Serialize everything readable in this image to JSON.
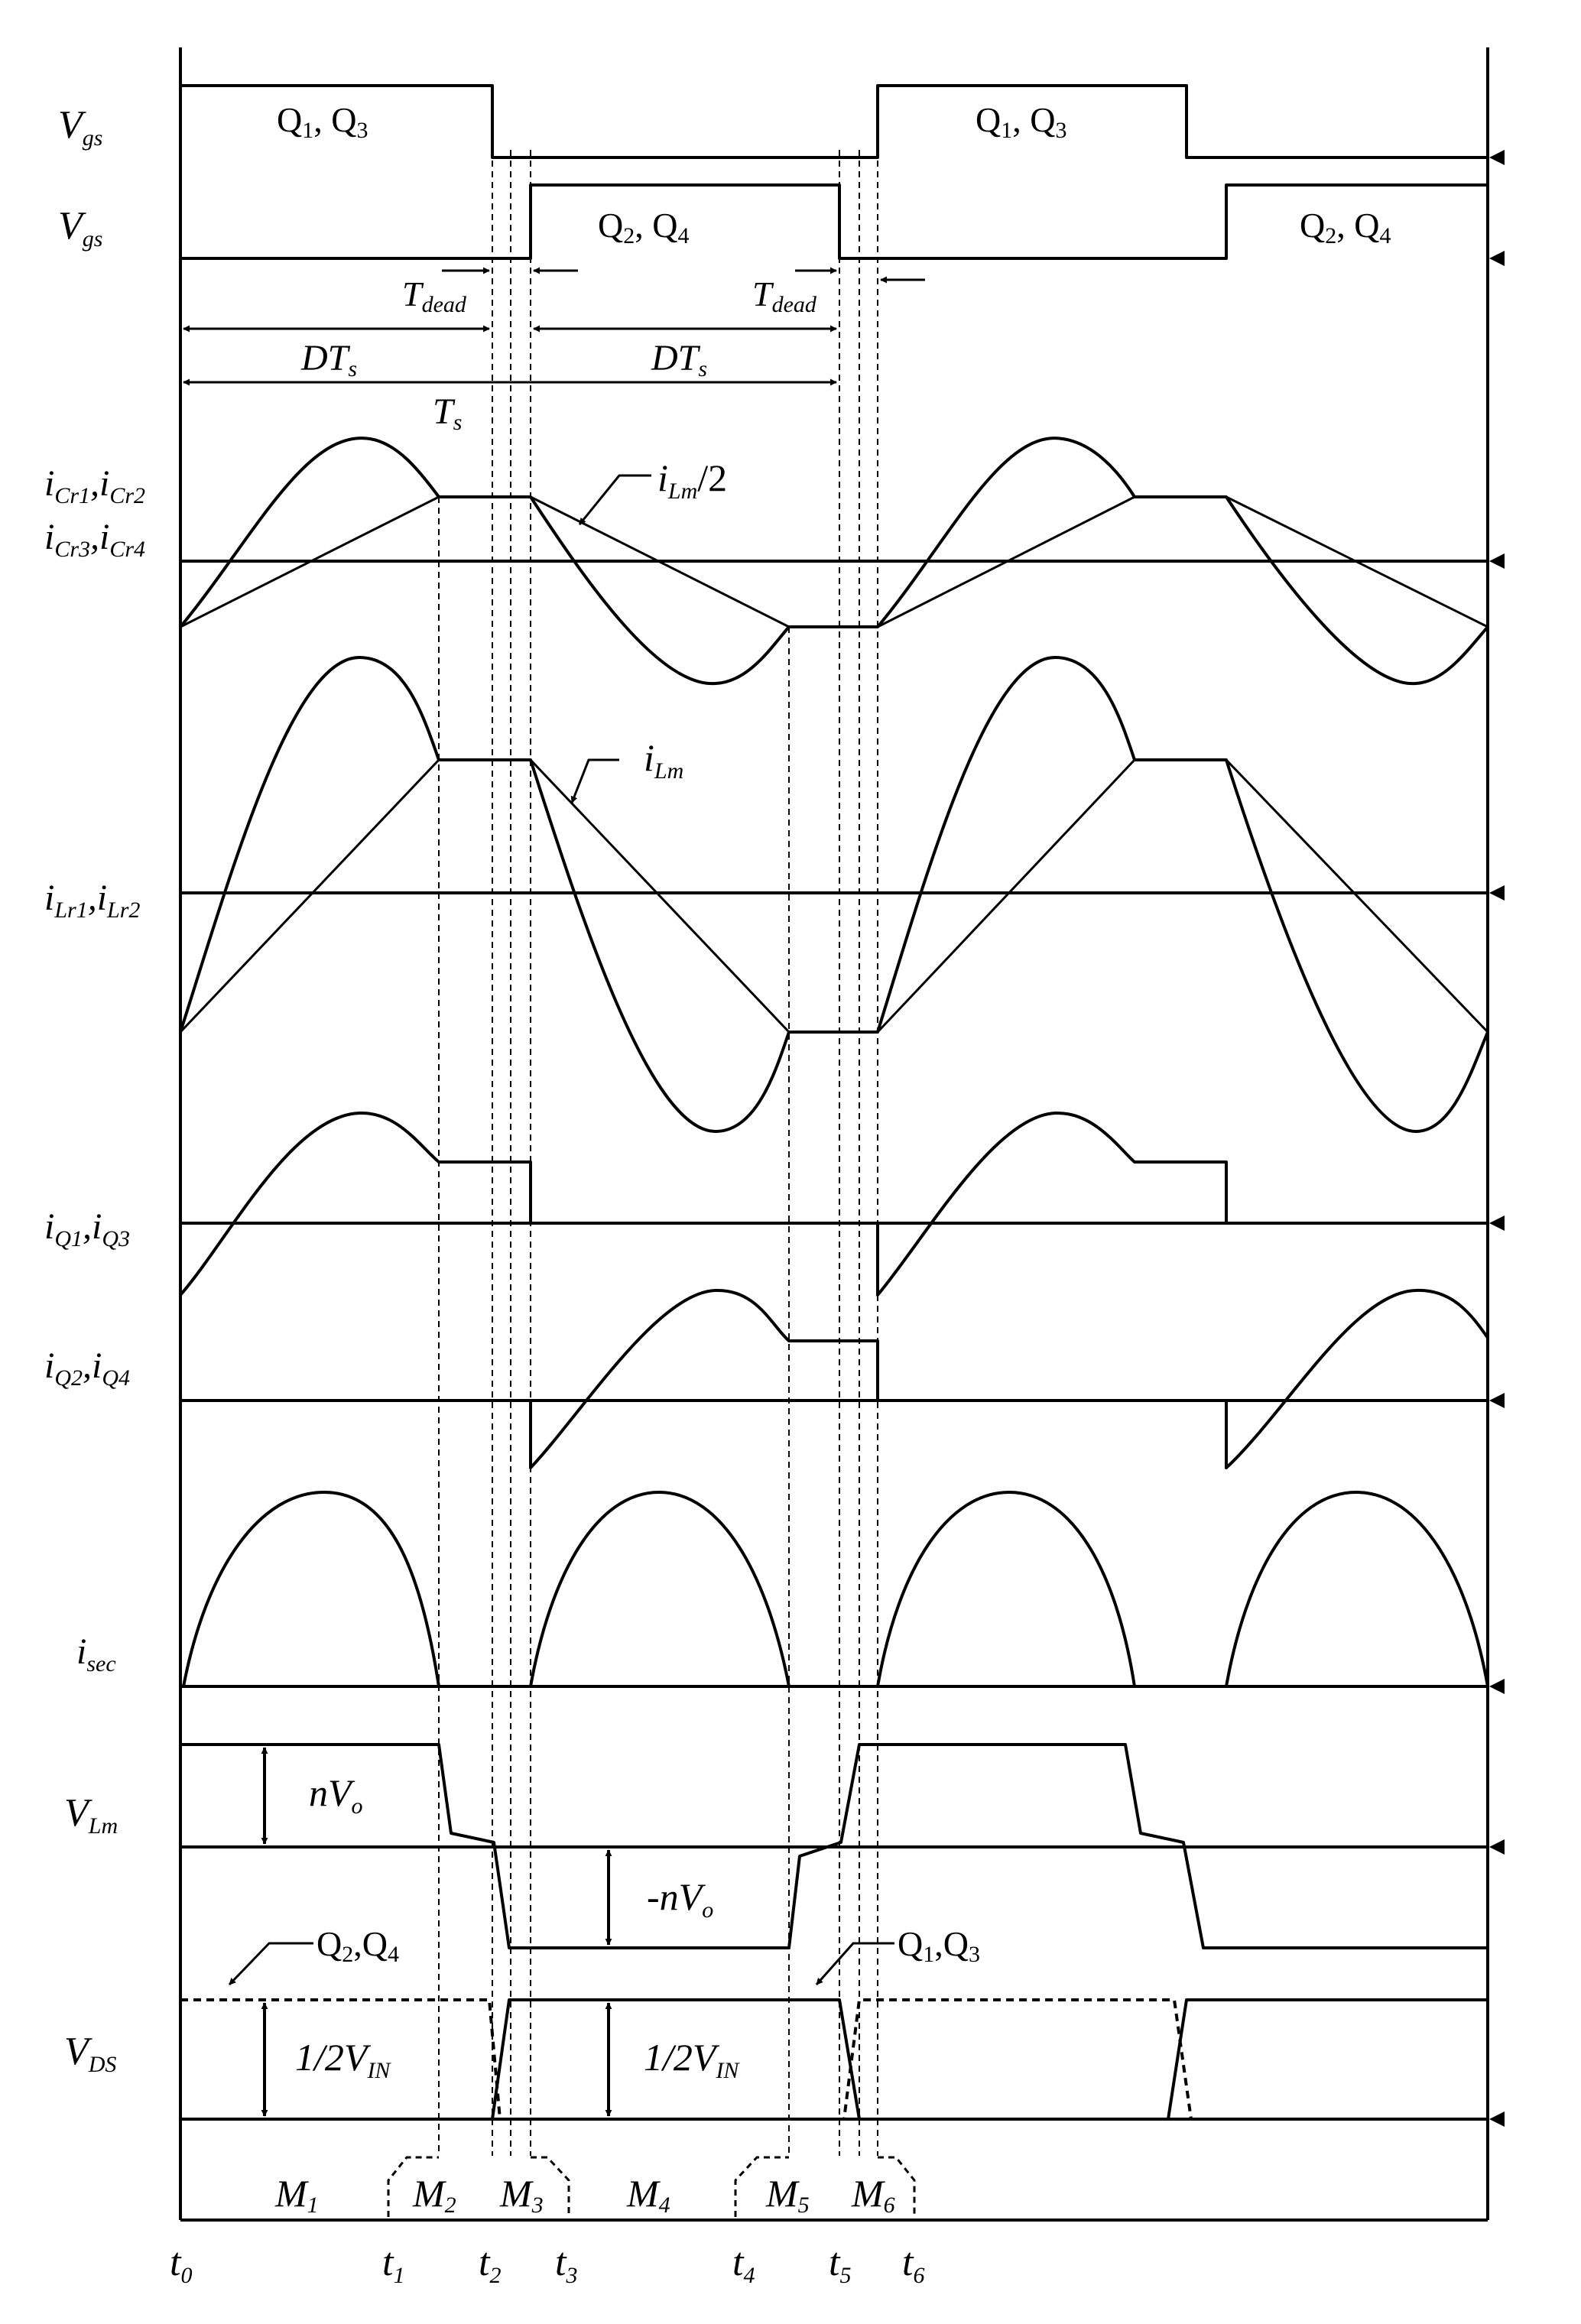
{
  "waveform_labels": {
    "vgs1": {
      "main": "V",
      "sub": "gs"
    },
    "vgs2": {
      "main": "V",
      "sub": "gs"
    },
    "icr": {
      "line1": {
        "a": "i",
        "a_sub": "Cr1",
        "sep": ",",
        "b": "i",
        "b_sub": "Cr2"
      },
      "line2": {
        "a": "i",
        "a_sub": "Cr3",
        "sep": ",",
        "b": "i",
        "b_sub": "Cr4"
      }
    },
    "ilr": {
      "a": "i",
      "a_sub": "Lr1",
      "sep": ",",
      "b": "i",
      "b_sub": "Lr2"
    },
    "iq13": {
      "a": "i",
      "a_sub": "Q1",
      "sep": ",",
      "b": "i",
      "b_sub": "Q3"
    },
    "iq24": {
      "a": "i",
      "a_sub": "Q2",
      "sep": ",",
      "b": "i",
      "b_sub": "Q4"
    },
    "isec": {
      "main": "i",
      "sub": "sec"
    },
    "vlm": {
      "main": "V",
      "sub": "Lm"
    },
    "vds": {
      "main": "V",
      "sub": "DS"
    }
  },
  "gate_pulse_labels": {
    "q13": {
      "a": "Q",
      "a_sub": "1",
      "sep": ", ",
      "b": "Q",
      "b_sub": "3"
    },
    "q24": {
      "a": "Q",
      "a_sub": "2",
      "sep": ", ",
      "b": "Q",
      "b_sub": "4"
    }
  },
  "timing": {
    "tdead": {
      "main": "T",
      "sub": "dead"
    },
    "dts": {
      "main": "DT",
      "sub": "s"
    },
    "ts": {
      "main": "T",
      "sub": "s"
    }
  },
  "annotations": {
    "ilm_half": {
      "main": "i",
      "sub": "Lm",
      "suffix": "/2"
    },
    "ilm": {
      "main": "i",
      "sub": "Lm"
    },
    "nvo": {
      "a": "nV",
      "a_sub": "o"
    },
    "neg_nvo": {
      "a": "-nV",
      "a_sub": "o"
    },
    "half_vin": {
      "a": "1/2V",
      "a_sub": "IN"
    },
    "vds_q24": {
      "a": "Q",
      "a_sub": "2",
      "sep": ",",
      "b": "Q",
      "b_sub": "4"
    },
    "vds_q13": {
      "a": "Q",
      "a_sub": "1",
      "sep": ",",
      "b": "Q",
      "b_sub": "3"
    }
  },
  "modes": [
    {
      "main": "M",
      "sub": "1"
    },
    {
      "main": "M",
      "sub": "2"
    },
    {
      "main": "M",
      "sub": "3"
    },
    {
      "main": "M",
      "sub": "4"
    },
    {
      "main": "M",
      "sub": "5"
    },
    {
      "main": "M",
      "sub": "6"
    }
  ],
  "time_ticks": [
    {
      "main": "t",
      "sub": "0"
    },
    {
      "main": "t",
      "sub": "1"
    },
    {
      "main": "t",
      "sub": "2"
    },
    {
      "main": "t",
      "sub": "3"
    },
    {
      "main": "t",
      "sub": "4"
    },
    {
      "main": "t",
      "sub": "5"
    },
    {
      "main": "t",
      "sub": "6"
    }
  ],
  "colors": {
    "ink": "#000000",
    "background": "#ffffff"
  }
}
